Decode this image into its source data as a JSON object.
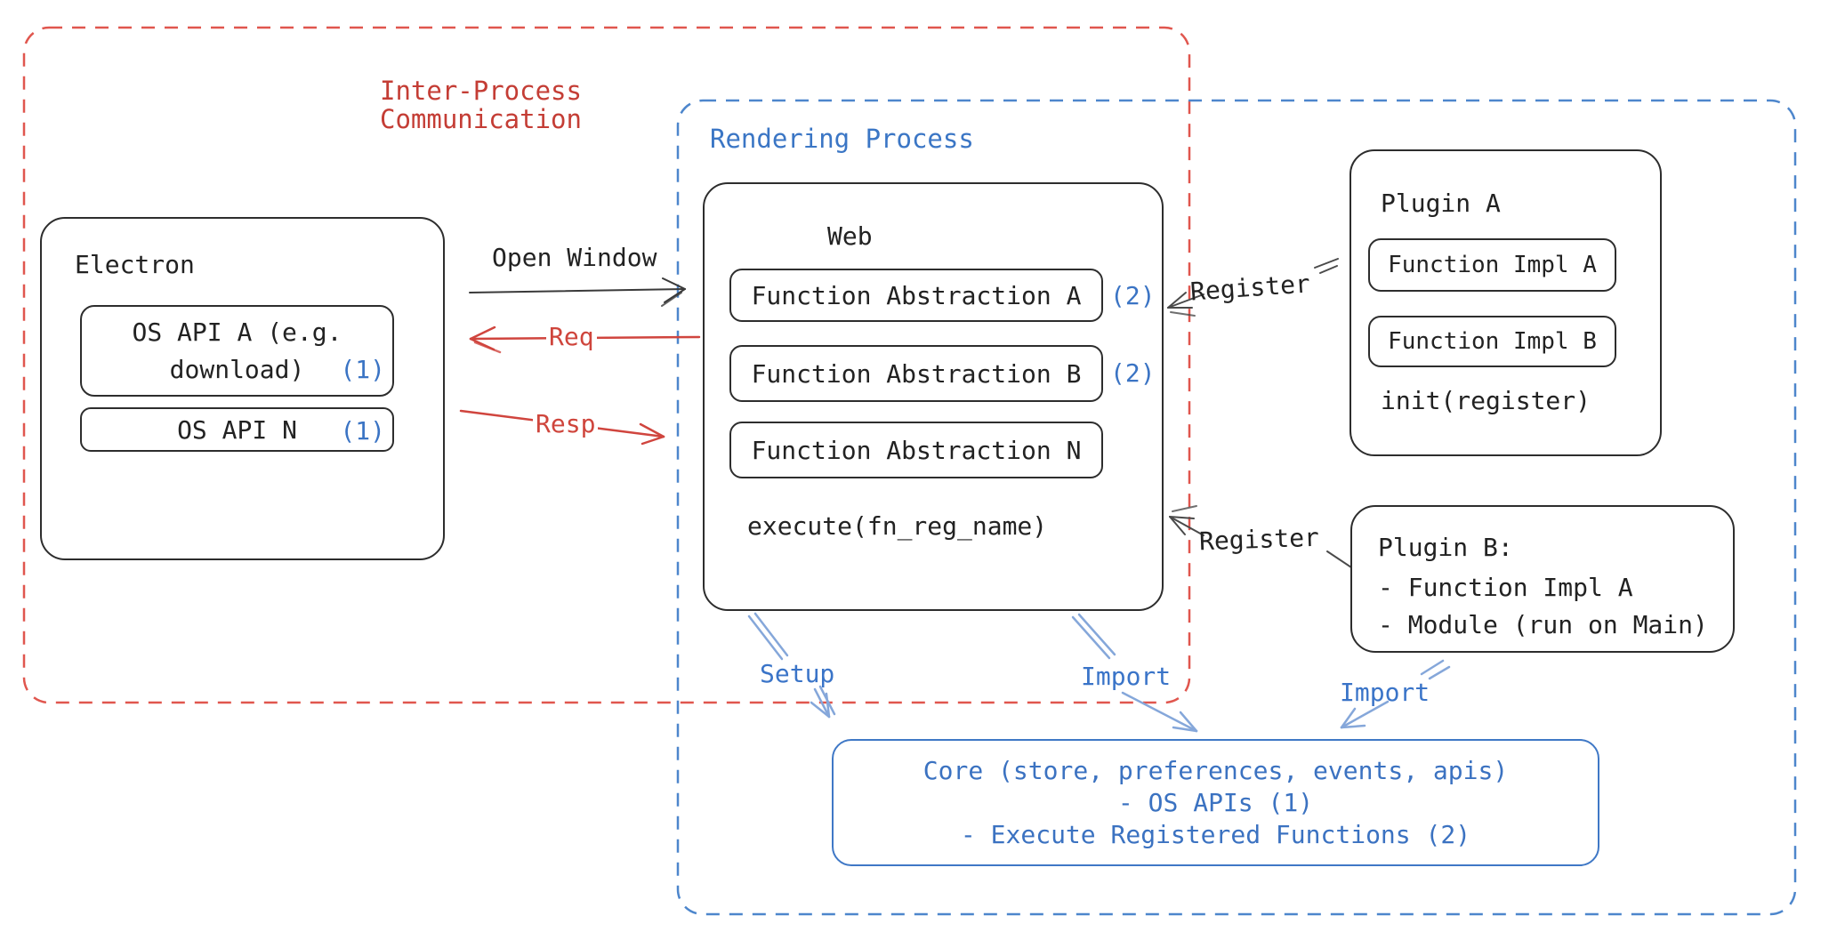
{
  "ipc": {
    "line1": "Inter-Process",
    "line2": "Communication"
  },
  "rendering_process_label": "Rendering Process",
  "electron": {
    "title": "Electron",
    "os_api_a_line1": "OS API A (e.g.",
    "os_api_a_line2": "download)",
    "os_api_a_num": "(1)",
    "os_api_n": "OS API N",
    "os_api_n_num": "(1)"
  },
  "web": {
    "title": "Web",
    "abstraction_a": "Function Abstraction A",
    "abstraction_a_num": "(2)",
    "abstraction_b": "Function Abstraction B",
    "abstraction_b_num": "(2)",
    "abstraction_n": "Function Abstraction N",
    "execute": "execute(fn_reg_name)"
  },
  "plugin_a": {
    "title": "Plugin A",
    "impl_a": "Function Impl A",
    "impl_b": "Function Impl B",
    "init": "init(register)"
  },
  "plugin_b": {
    "title": "Plugin B:",
    "item_1": "- Function Impl A",
    "item_2": "- Module (run on Main)"
  },
  "core": {
    "line1": "Core (store, preferences, events, apis)",
    "line2": "- OS APIs (1)",
    "line3": "- Execute Registered Functions (2)"
  },
  "arrows": {
    "open_window": "Open Window",
    "req": "Req",
    "resp": "Resp",
    "register_1": "Register",
    "register_2": "Register",
    "setup": "Setup",
    "import_1": "Import",
    "import_2": "Import"
  },
  "colors": {
    "red_text": "#c43d35",
    "red_dash": "#e0564e",
    "red_arrow": "#d0453e",
    "blue_text": "#3b76c5",
    "blue_dash": "#4d86cc",
    "light_blue_arrow": "#85a7da",
    "ink": "#2d2d2d"
  }
}
